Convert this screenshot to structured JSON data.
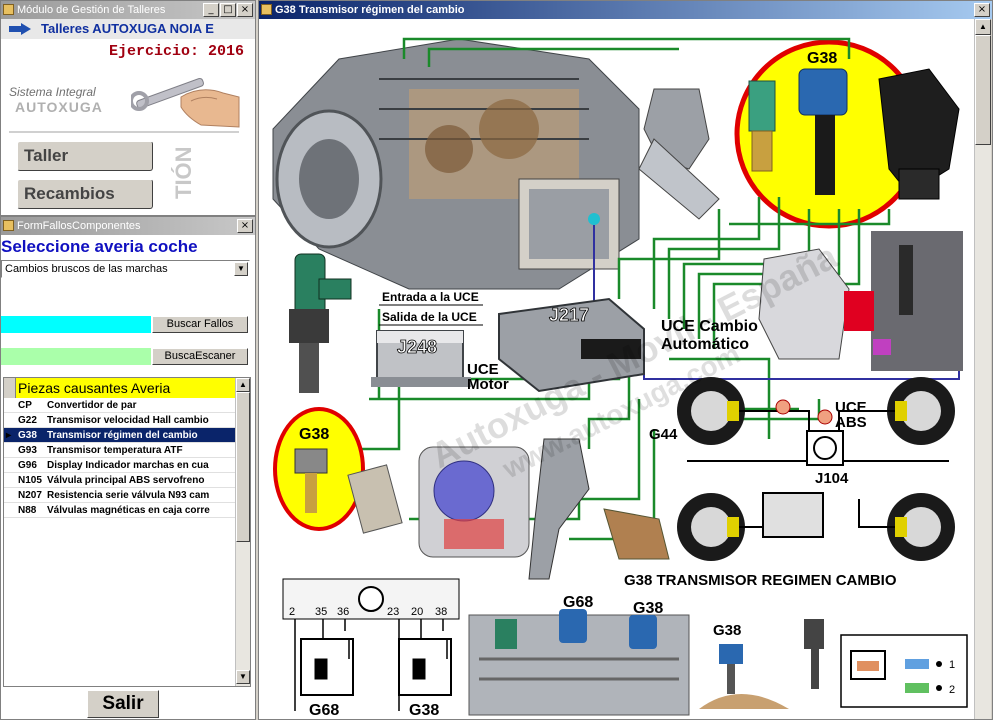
{
  "main_window": {
    "title": "Módulo de Gestión de Talleres",
    "header": "Talleres AUTOXUGA NOIA E",
    "ejercicio": "Ejercicio: 2016",
    "sistema": "Sistema Integral",
    "brand": "AUTOXUGA",
    "vertical_text": "TIÓN",
    "buttons": [
      "Taller",
      "Recambios"
    ]
  },
  "fallos_window": {
    "title": "FormFallosComponentes",
    "heading": "Seleccione averia coche",
    "selected_averia": "Cambios bruscos de las marchas",
    "buscar_fallos": "Buscar Fallos",
    "busca_escaner": "BuscaEscaner",
    "list_header": "Piezas causantes Averia",
    "list": [
      {
        "code": "CP",
        "name": "Convertidor de par"
      },
      {
        "code": "G22",
        "name": "Transmisor  velocidad Hall cambio"
      },
      {
        "code": "G38",
        "name": "Transmisor régimen del cambio"
      },
      {
        "code": "G93",
        "name": "Transmisor temperatura ATF"
      },
      {
        "code": "G96",
        "name": "Display Indicador marchas en cua"
      },
      {
        "code": "N105",
        "name": "Válvula principal ABS servofreno"
      },
      {
        "code": "N207",
        "name": "Resistencia serie válvula N93 cam"
      },
      {
        "code": "N88",
        "name": "Válvulas magnéticas en caja corre"
      }
    ],
    "selected_index": 2,
    "salir": "Salir"
  },
  "diagram_window": {
    "title": "G38  Transmisor régimen del cambio",
    "labels": {
      "g38_top": "G38",
      "entrada": "Entrada a la UCE",
      "salida": "Salida de la UCE",
      "j217": "J217",
      "uce_cambio_1": "UCE Cambio",
      "uce_cambio_2": "Automático",
      "j248": "J248",
      "uce_motor_1": "UCE",
      "uce_motor_2": "Motor",
      "g38_left": "G38",
      "g44": "G44",
      "uce_abs_1": "UCE",
      "uce_abs_2": "ABS",
      "j104": "J104",
      "caption": "G38 TRANSMISOR REGIMEN CAMBIO",
      "g68_top": "G68",
      "g38_mid": "G38",
      "g38_small": "G38",
      "g68_bottom": "G68",
      "g38_bottom": "G38",
      "pins_1": [
        "2",
        "35",
        "36"
      ],
      "pins_2": [
        "23",
        "20",
        "38"
      ],
      "pin_out_1": "1",
      "pin_out_2": "2",
      "watermark_1": "Autoxuga - Movil - España",
      "watermark_2": "www.autoxuga.com"
    }
  },
  "colors": {
    "title_active": "#0a246a",
    "selection_blue": "#1010c0",
    "wire_green": "#1a8a2a",
    "highlight_yellow": "#ffff00",
    "ring_red": "#e00000",
    "cyan_field": "#00ffff",
    "green_field": "#aaffaa"
  }
}
